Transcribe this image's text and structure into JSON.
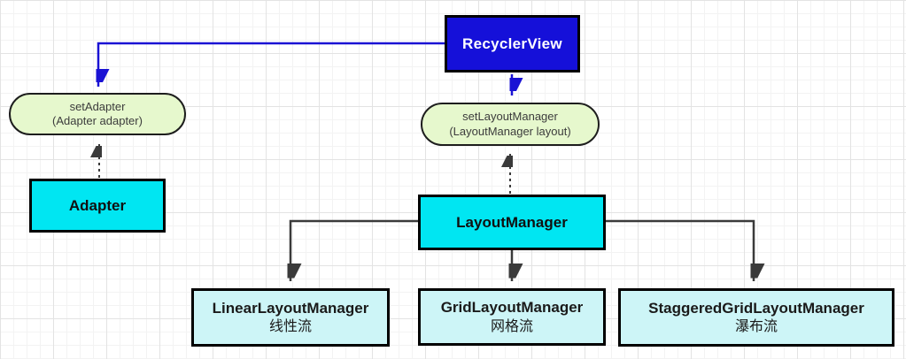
{
  "nodes": {
    "recyclerview": {
      "label": "RecyclerView"
    },
    "set_adapter": {
      "line1": "setAdapter",
      "line2": "(Adapter adapter)"
    },
    "set_layout_manager": {
      "line1": "setLayoutManager",
      "line2": "(LayoutManager layout)"
    },
    "adapter": {
      "label": "Adapter"
    },
    "layout_manager": {
      "label": "LayoutManager"
    },
    "linear_layout_manager": {
      "line1": "LinearLayoutManager",
      "line2": "线性流"
    },
    "grid_layout_manager": {
      "line1": "GridLayoutManager",
      "line2": "网格流"
    },
    "staggered_grid_layout_manager": {
      "line1": "StaggeredGridLayoutManager",
      "line2": "瀑布流"
    }
  },
  "edges": [
    {
      "from": "RecyclerView",
      "to": "setAdapter (Adapter adapter)",
      "style": "solid",
      "color": "blue"
    },
    {
      "from": "RecyclerView",
      "to": "setLayoutManager (LayoutManager layout)",
      "style": "solid",
      "color": "blue"
    },
    {
      "from": "Adapter",
      "to": "setAdapter (Adapter adapter)",
      "style": "dotted",
      "color": "dark"
    },
    {
      "from": "LayoutManager",
      "to": "setLayoutManager (LayoutManager layout)",
      "style": "dotted",
      "color": "dark"
    },
    {
      "from": "LayoutManager",
      "to": "LinearLayoutManager",
      "style": "solid",
      "color": "dark"
    },
    {
      "from": "LayoutManager",
      "to": "GridLayoutManager",
      "style": "solid",
      "color": "dark"
    },
    {
      "from": "LayoutManager",
      "to": "StaggeredGridLayoutManager",
      "style": "solid",
      "color": "dark"
    }
  ],
  "colors": {
    "primary_node_fill": "#1510d9",
    "method_node_fill": "#e6f8cd",
    "class_node_fill": "#00e6f2",
    "subclass_node_fill": "#cdf5f7",
    "arrow_blue": "#1a12d4",
    "arrow_dark": "#3a3a3a",
    "border": "#000000",
    "grid_line": "#e3e3e3"
  }
}
